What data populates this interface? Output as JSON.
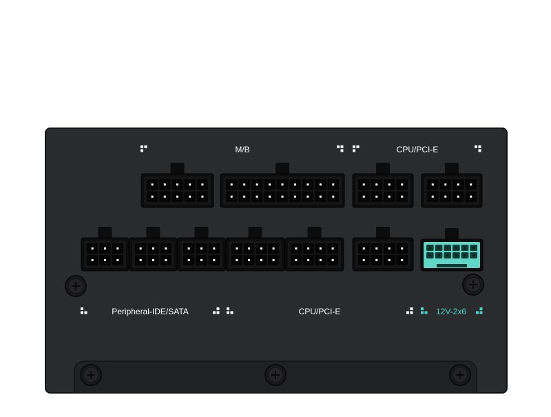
{
  "labels": {
    "mb": "M/B",
    "cpu_pcie_top": "CPU/PCI-E",
    "peripheral": "Peripheral-IDE/SATA",
    "cpu_pcie_bottom": "CPU/PCI-E",
    "highpower": "12V-2x6"
  },
  "connectors": {
    "top": [
      {
        "id": "mb-10pin",
        "cols": 5,
        "rows": 2
      },
      {
        "id": "mb-18pin",
        "cols": 9,
        "rows": 2
      },
      {
        "id": "cpu-pcie-top-1",
        "cols": 4,
        "rows": 2
      },
      {
        "id": "cpu-pcie-top-2",
        "cols": 4,
        "rows": 2
      }
    ],
    "bottom": [
      {
        "id": "peripheral-1",
        "cols": 3,
        "rows": 2
      },
      {
        "id": "peripheral-2",
        "cols": 3,
        "rows": 2
      },
      {
        "id": "peripheral-3",
        "cols": 3,
        "rows": 2
      },
      {
        "id": "cpu-pcie-bottom-1",
        "cols": 4,
        "rows": 2
      },
      {
        "id": "cpu-pcie-bottom-2",
        "cols": 4,
        "rows": 2
      },
      {
        "id": "cpu-pcie-bottom-3",
        "cols": 4,
        "rows": 2
      },
      {
        "id": "12v-2x6",
        "cols": 6,
        "rows": 2
      }
    ]
  },
  "colors": {
    "background": "#ffffff",
    "panel": "#2a2b2d",
    "panel_edge": "#151516",
    "connector": "#0f0f10",
    "pin": "#ffffff",
    "label": "#ffffff",
    "accent": "#3fd8c9",
    "accent_connector": "#5fd6c6"
  },
  "icons": {
    "screws": "cross-screw-icon",
    "group_markers": "corner-bracket-icon"
  }
}
